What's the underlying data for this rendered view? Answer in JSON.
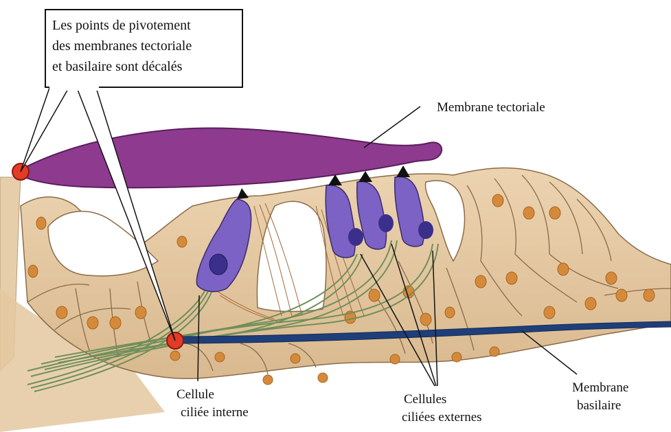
{
  "callout": {
    "line1": "Les points de pivotement",
    "line2": "des membranes tectoriale",
    "line3": "et basilaire sont décalés"
  },
  "labels": {
    "tectorial": "Membrane tectoriale",
    "inner_cell_1": "Cellule",
    "inner_cell_2": "ciliée interne",
    "outer_cells_1": "Cellules",
    "outer_cells_2": "ciliées externes",
    "basilar_1": "Membrane",
    "basilar_2": "basilaire"
  },
  "colors": {
    "tectorial_membrane": "#8e3a8f",
    "hair_cell": "#7b62c4",
    "basilar_membrane": "#1f3f7a",
    "tissue": "#e6c9a3",
    "nucleus": "#d48a3a",
    "pivot_point": "#e23b26",
    "nerve_fiber": "#6f8f5a"
  }
}
